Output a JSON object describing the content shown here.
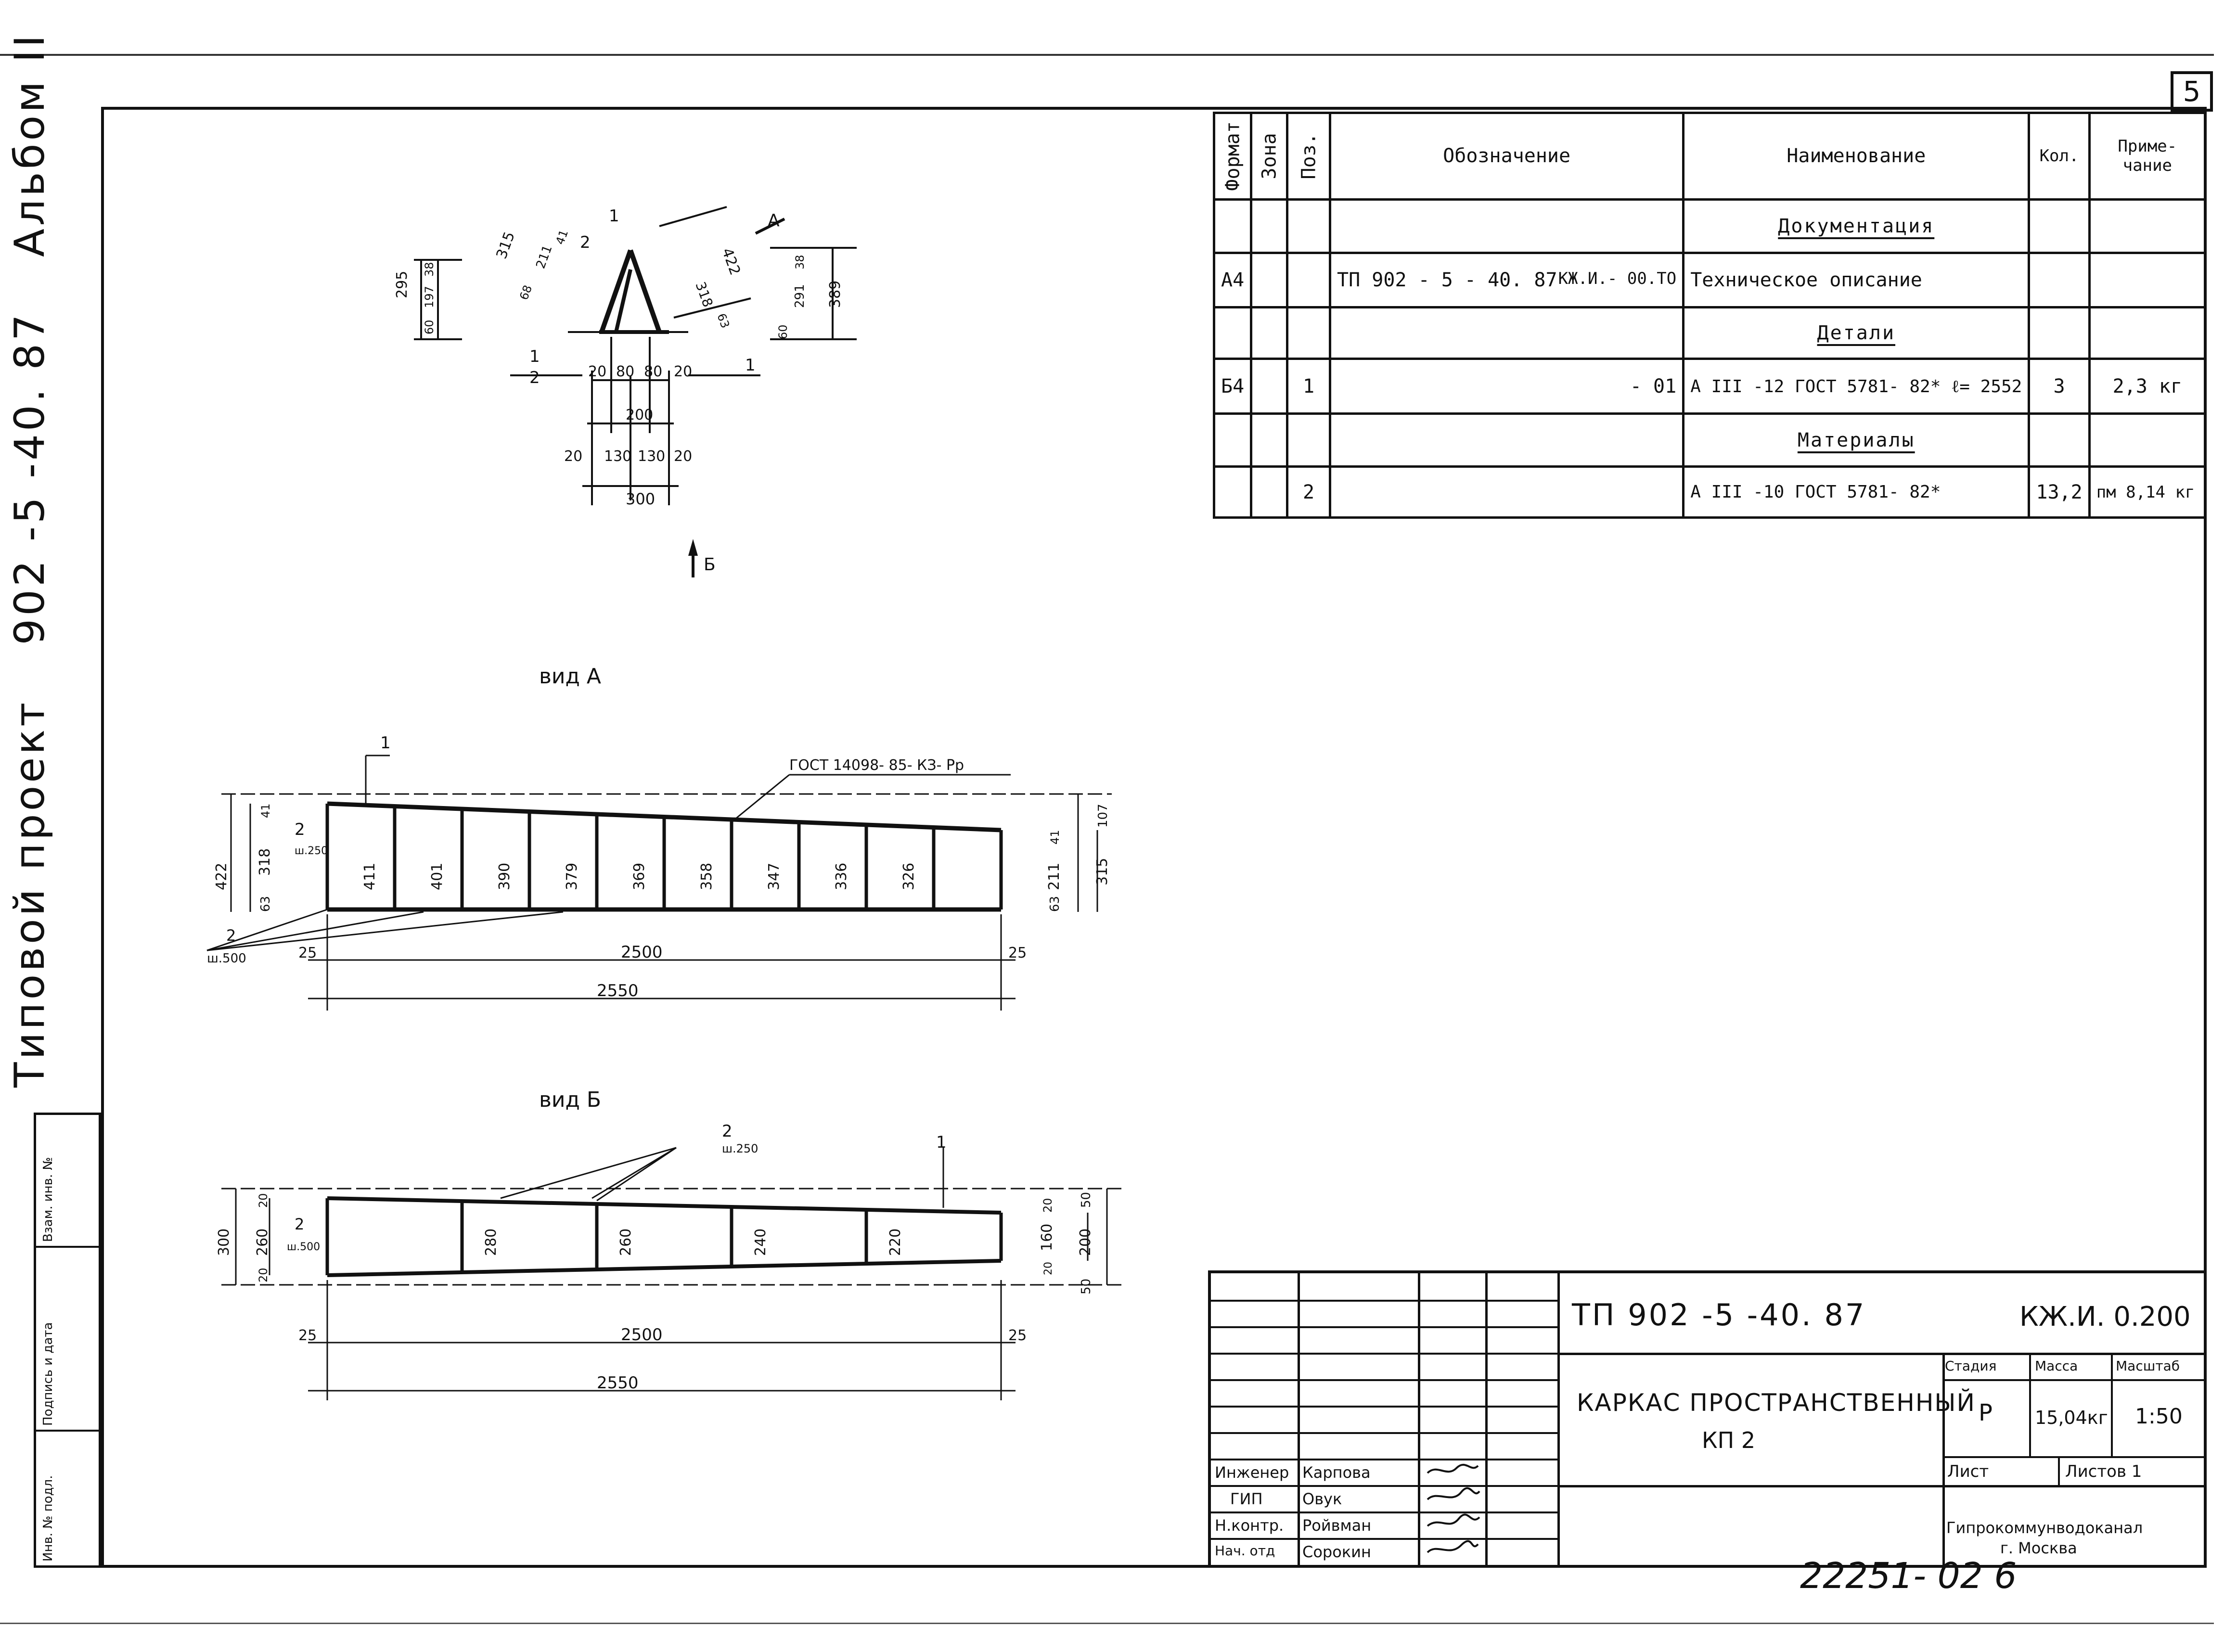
{
  "sheet_number": "5",
  "vertical_title": {
    "part1": "Типовой проект",
    "part2": "902 -5 -40. 87",
    "part3": "Альбом II"
  },
  "stamp_column": {
    "vzam": "Взам. инв. №",
    "podpis": "Подпись и дата",
    "inv_podl": "Инв. № подл."
  },
  "spec_table": {
    "headers": {
      "format": "Формат",
      "zona": "Зона",
      "poz": "Поз.",
      "oboznachenie": "Обозначение",
      "naimenovanie": "Наименование",
      "kol": "Кол.",
      "primechanie": "Приме-чание"
    },
    "section_docs": "Документация",
    "row_docs": {
      "format": "А4",
      "oboz": "ТП 902 - 5 - 40. 87",
      "oboz2": "КЖ.И.- 00.ТО",
      "name": "Техническое описание"
    },
    "section_details": "Детали",
    "row_detail": {
      "format": "Б4",
      "poz": "1",
      "oboz": "- 01",
      "name": "А III -12 ГОСТ 5781- 82* ℓ= 2552",
      "kol": "3",
      "note": "2,3 кг"
    },
    "section_materials": "Материалы",
    "row_material": {
      "poz": "2",
      "name": "А III -10 ГОСТ 5781- 82*",
      "kol": "13,2",
      "note": "пм   8,14 кг"
    }
  },
  "drawings": {
    "section_labels": {
      "p1": "1",
      "p2": "2",
      "arrow_a": "А",
      "arrow_b": "Б"
    },
    "section_dims": [
      "295",
      "60",
      "197",
      "38",
      "315",
      "68",
      "211",
      "41",
      "318",
      "63",
      "422",
      "60",
      "291",
      "38",
      "389",
      "20",
      "80",
      "80",
      "20",
      "200",
      "20",
      "130",
      "130",
      "20",
      "300"
    ],
    "view_a_title": "вид  А",
    "view_a": {
      "weld_note": "ГОСТ 14098- 85- КЗ- Рр",
      "pos1": "1",
      "pos2_top": "2",
      "pos2_top_step": "ш.250",
      "pos2_bottom": "2",
      "pos2_bottom_step": "ш.500",
      "heights": [
        "411",
        "401",
        "390",
        "379",
        "369",
        "358",
        "347",
        "336",
        "326"
      ],
      "left_dims": [
        "422",
        "318",
        "41",
        "63"
      ],
      "right_dims": [
        "107",
        "315",
        "211",
        "41",
        "63"
      ],
      "bottom_dims": [
        "25",
        "2500",
        "25",
        "2550"
      ]
    },
    "view_b_title": "вид  Б",
    "view_b": {
      "pos1": "1",
      "pos2": "2",
      "pos2_step": "ш.250",
      "pos2_left": "2",
      "pos2_left_step": "ш.500",
      "heights": [
        "280",
        "260",
        "240",
        "220"
      ],
      "left_dims": [
        "300",
        "20",
        "260",
        "20"
      ],
      "right_dims": [
        "20",
        "160",
        "20",
        "50",
        "200",
        "50"
      ],
      "bottom_dims": [
        "25",
        "2500",
        "25",
        "2550"
      ]
    }
  },
  "title_block": {
    "code": "ТП   902 -5 -40. 87",
    "code2": "КЖ.И. 0.200",
    "title_line1": "КАРКАС  ПРОСТРАНСТВЕННЫЙ",
    "title_line2": "КП 2",
    "stage_label": "Стадия",
    "mass_label": "Масса",
    "scale_label": "Масштаб",
    "stage": "Р",
    "mass": "15,04кг",
    "scale": "1:50",
    "sheet_label": "Лист",
    "sheets_label": "Листов  1",
    "org_line1": "Гипрокоммунводоканал",
    "org_line2": "г. Москва",
    "signers": [
      {
        "role": "Инженер",
        "name": "Карпова"
      },
      {
        "role": "ГИП",
        "name": "Овук"
      },
      {
        "role": "Н.контр.",
        "name": "Ройвман"
      },
      {
        "role": "Нач. отд",
        "name": "Сорокин"
      }
    ]
  },
  "inventory_number": "22251- 02   6"
}
